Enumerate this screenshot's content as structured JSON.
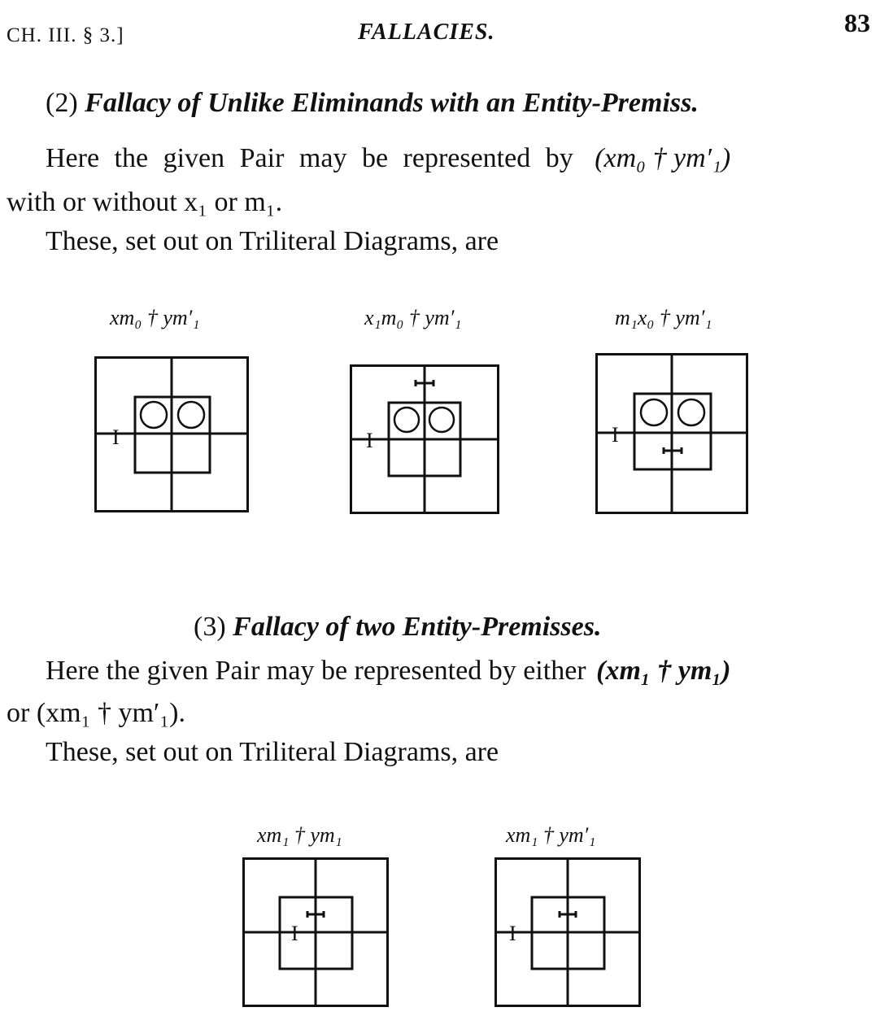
{
  "header": {
    "chapter_ref": "CH. III. § 3.]",
    "running_title": "FALLACIES.",
    "page_number": "83"
  },
  "section2": {
    "number": "(2)",
    "title": "Fallacy of Unlike Eliminands with an Entity-Premiss.",
    "line1_text": "Here the given Pair may be represented by",
    "line1_formula": "(xm₀ † ym′₁)",
    "line2_text": "with or without x₁ or m₁.",
    "line3_text": "These, set out on Triliteral Diagrams, are",
    "diagrams": [
      {
        "caption": "xm₀ † ym′₁"
      },
      {
        "caption": "x₁m₀ † ym′₁"
      },
      {
        "caption": "m₁x₀ † ym′₁"
      }
    ]
  },
  "section3": {
    "number": "(3)",
    "title": "Fallacy of two Entity-Premisses.",
    "line1_text": "Here the given Pair may be represented by either",
    "line1_formula": "(xm₁ † ym₁)",
    "line2_text": "or (xm₁ † ym′₁).",
    "line3_text": "These, set out on Triliteral Diagrams, are",
    "diagrams": [
      {
        "caption": "xm₁ † ym₁"
      },
      {
        "caption": "xm₁ † ym′₁"
      }
    ]
  },
  "marks": {
    "entity_mark": "I"
  }
}
